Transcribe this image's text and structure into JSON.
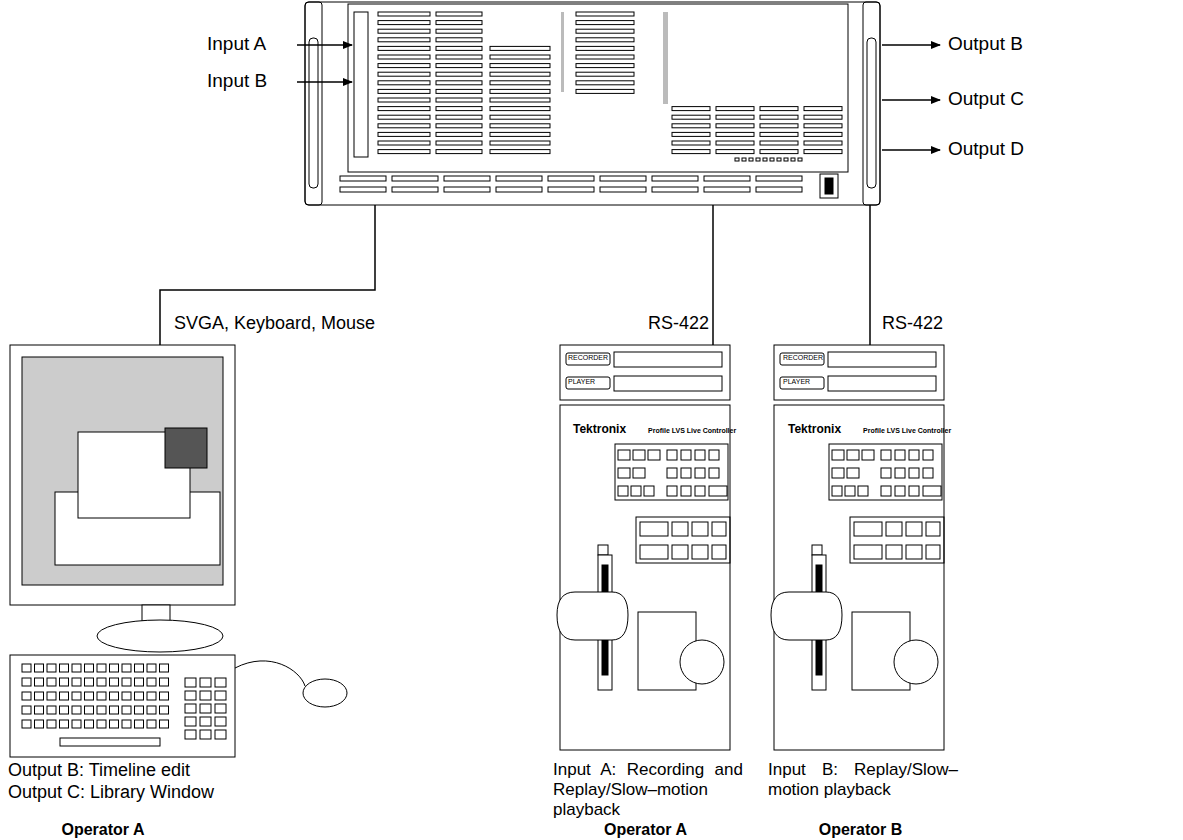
{
  "diagram": {
    "nodes": [
      {
        "text": []
      },
      {
        "text": [
          "Output B: Timeline edit",
          "Output C: Library Window",
          "Operator A"
        ]
      },
      {
        "text": [
          "RECORDER",
          "PLAYER",
          "Tektronix",
          "Profile LVS Live Controller",
          "Input A: Recording and Replay/Slow–motion playback",
          "Operator A"
        ]
      },
      {
        "text": [
          "RECORDER",
          "PLAYER",
          "Tektronix",
          "Profile LVS Live Controller",
          "Input B: Replay/Slow–motion playback",
          "Operator B"
        ]
      }
    ],
    "edges": [
      {
        "from": 0,
        "to": 1,
        "arrow": "none",
        "label": "SVGA, Keyboard, Mouse"
      },
      {
        "from": 0,
        "to": 2,
        "arrow": "none",
        "label": "RS-422"
      },
      {
        "from": 0,
        "to": 3,
        "arrow": "none",
        "label": "RS-422"
      }
    ],
    "labels": [
      "Input A",
      "Input B",
      "Output B",
      "Output C",
      "Output D"
    ]
  }
}
